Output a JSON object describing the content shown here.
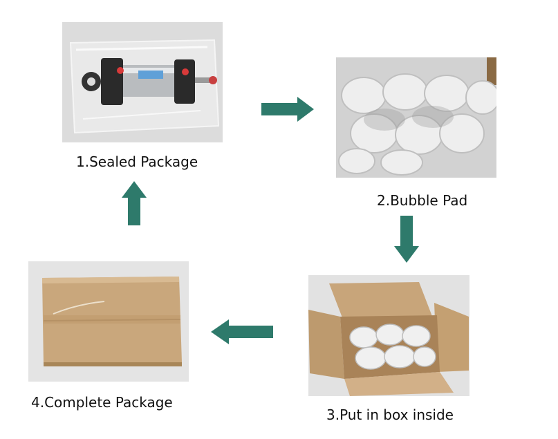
{
  "steps": [
    {
      "label": "1.Sealed Package",
      "photo": "sealed-package-photo"
    },
    {
      "label": "2.Bubble Pad",
      "photo": "bubble-pad-photo"
    },
    {
      "label": "3.Put in box inside",
      "photo": "open-box-photo"
    },
    {
      "label": "4.Complete Package",
      "photo": "closed-box-photo"
    }
  ],
  "colors": {
    "arrow": "#2e7a6b",
    "background": "#ffffff",
    "cardboard": "#c9a77c",
    "text": "#111111"
  },
  "arrows": [
    "arrow-right",
    "arrow-down",
    "arrow-left",
    "arrow-up"
  ]
}
